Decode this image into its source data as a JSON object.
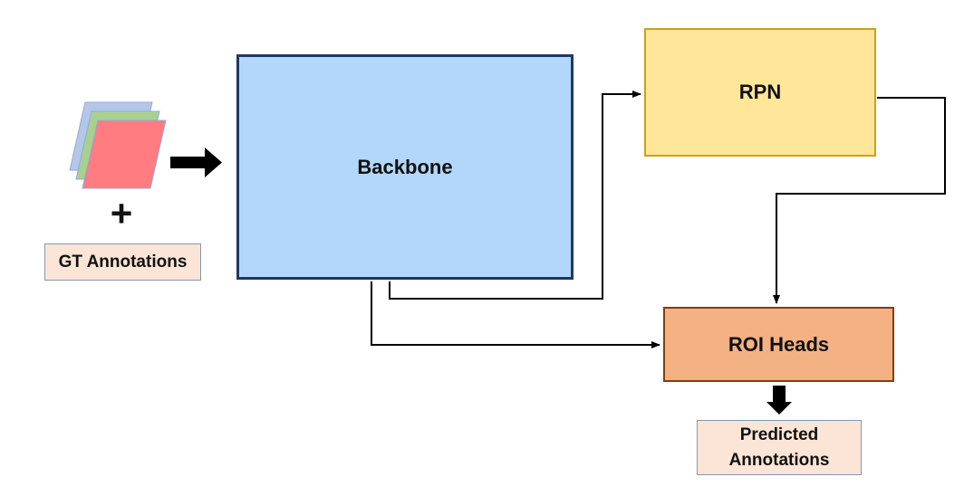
{
  "diagram": {
    "nodes": {
      "backbone": "Backbone",
      "rpn": "RPN",
      "roi_heads": "ROI Heads"
    },
    "input_label": "GT Annotations",
    "output_label": "Predicted\nAnnotations",
    "image_stack_colors": [
      "#b4c7e7",
      "#a9d18e",
      "#ff7c80"
    ],
    "plus_symbol": "+"
  }
}
